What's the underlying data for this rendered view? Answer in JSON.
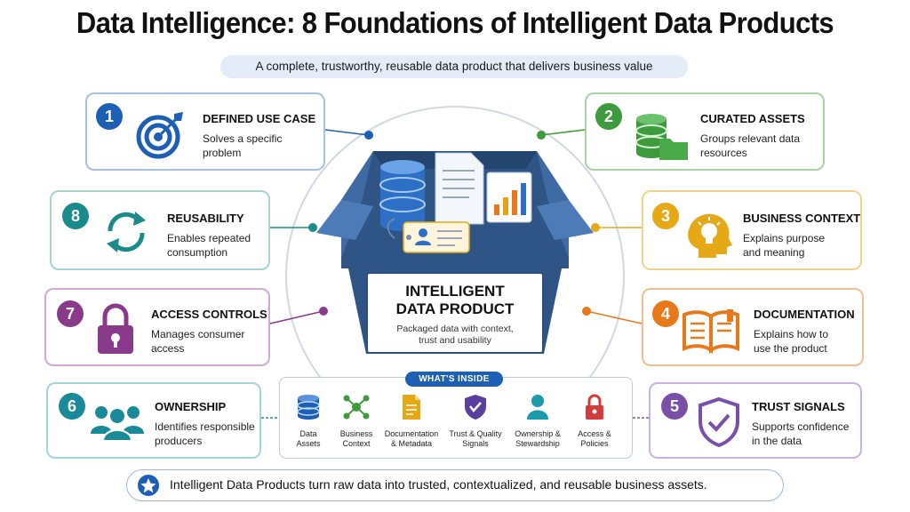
{
  "title": "Data Intelligence: 8 Foundations of Intelligent Data Products",
  "subtitle": "A complete, trustworthy, reusable data product that delivers business value",
  "center": {
    "title_line1": "INTELLIGENT",
    "title_line2": "DATA PRODUCT",
    "desc_line1": "Packaged data with context,",
    "desc_line2": "trust and usability"
  },
  "cards": [
    {
      "number": "1",
      "title": "DEFINED USE CASE",
      "desc1": "Solves a specific",
      "desc2": "problem",
      "color": "#1d5fb5",
      "icon": "target-icon"
    },
    {
      "number": "2",
      "title": "CURATED ASSETS",
      "desc1": "Groups relevant data",
      "desc2": "resources",
      "color": "#3d9a3d",
      "icon": "database-folder-icon"
    },
    {
      "number": "3",
      "title": "BUSINESS CONTEXT",
      "desc1": "Explains purpose",
      "desc2": "and meaning",
      "color": "#e5a817",
      "icon": "head-lightbulb-icon"
    },
    {
      "number": "4",
      "title": "DOCUMENTATION",
      "desc1": "Explains how to",
      "desc2": "use the product",
      "color": "#e8791a",
      "icon": "open-book-icon"
    },
    {
      "number": "5",
      "title": "TRUST SIGNALS",
      "desc1": "Supports confidence",
      "desc2": "in the data",
      "color": "#7a4fa8",
      "icon": "shield-check-icon"
    },
    {
      "number": "6",
      "title": "OWNERSHIP",
      "desc1": "Identifies responsible",
      "desc2": "producers",
      "color": "#1a8a9a",
      "icon": "people-icon"
    },
    {
      "number": "7",
      "title": "ACCESS CONTROLS",
      "desc1": "Manages consumer",
      "desc2": "access",
      "color": "#8a3a8a",
      "icon": "padlock-icon"
    },
    {
      "number": "8",
      "title": "REUSABILITY",
      "desc1": "Enables repeated",
      "desc2": "consumption",
      "color": "#1a8a8a",
      "icon": "recycle-arrows-icon"
    }
  ],
  "inside": {
    "label": "WHAT'S INSIDE",
    "items": [
      {
        "line1": "Data",
        "line2": "Assets",
        "icon": "database-icon"
      },
      {
        "line1": "Business",
        "line2": "Context",
        "icon": "network-icon"
      },
      {
        "line1": "Documentation",
        "line2": "& Metadata",
        "icon": "document-icon"
      },
      {
        "line1": "Trust & Quality",
        "line2": "Signals",
        "icon": "shield-icon"
      },
      {
        "line1": "Ownership &",
        "line2": "Stewardship",
        "icon": "person-icon"
      },
      {
        "line1": "Access &",
        "line2": "Policies",
        "icon": "lock-icon"
      }
    ]
  },
  "footer": "Intelligent Data Products turn raw data into trusted, contextualized, and reusable business assets."
}
